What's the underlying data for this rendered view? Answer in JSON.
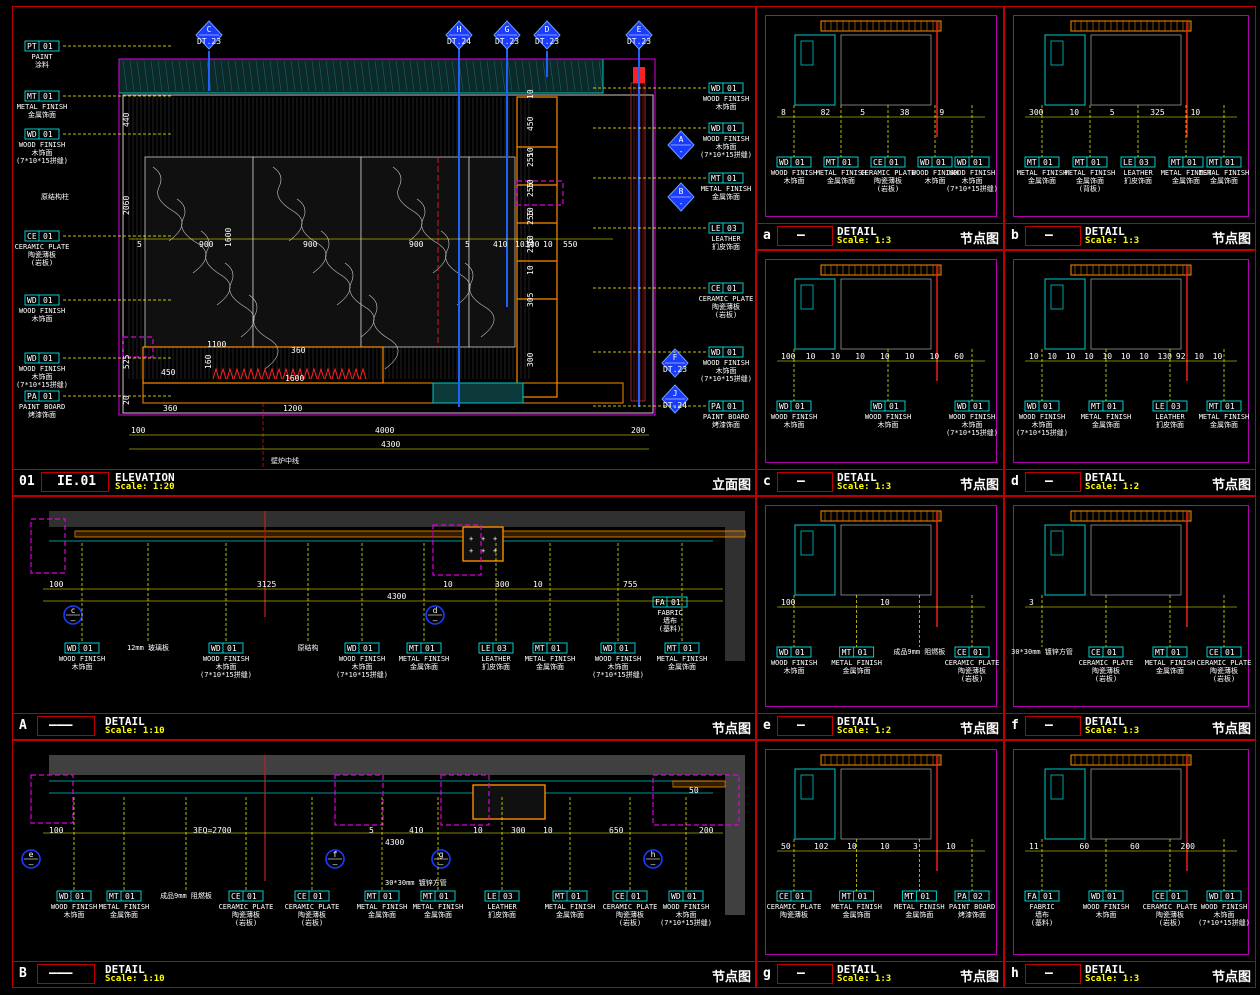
{
  "main": {
    "id": "01",
    "code": "IE.01",
    "name": "ELEVATION",
    "scale": "Scale: 1:20",
    "cn": "立面图",
    "bubbles": [
      {
        "letter": "C",
        "ref": "DT.23"
      },
      {
        "letter": "H",
        "ref": "DT.24"
      },
      {
        "letter": "G",
        "ref": "DT.23"
      },
      {
        "letter": "D",
        "ref": "DT.23"
      },
      {
        "letter": "E",
        "ref": "DT.23"
      }
    ],
    "side_bubbles": [
      {
        "letter": "A",
        "ref": "-"
      },
      {
        "letter": "B",
        "ref": "-"
      },
      {
        "letter": "F",
        "ref": "DT.23"
      },
      {
        "letter": "J",
        "ref": "DT.24"
      }
    ],
    "left_tags": [
      {
        "code": "PT",
        "num": "01",
        "en": "PAINT",
        "cn": "涂料"
      },
      {
        "code": "MT",
        "num": "01",
        "en": "METAL FINISH",
        "cn": "金属饰面"
      },
      {
        "code": "WD",
        "num": "01",
        "en": "WOOD FINISH",
        "cn": "木饰面",
        "note": "(7*10*15拼缝)"
      },
      {
        "code": "CE",
        "num": "01",
        "en": "CERAMIC PLATE",
        "cn": "陶瓷薄板",
        "note": "(岩板)"
      },
      {
        "code": "WD",
        "num": "01",
        "en": "WOOD FINISH",
        "cn": "木饰面"
      },
      {
        "code": "WD",
        "num": "01",
        "en": "WOOD FINISH",
        "cn": "木饰面",
        "note": "(7*10*15拼缝)"
      },
      {
        "code": "PA",
        "num": "01",
        "en": "PAINT BOARD",
        "cn": "烤漆饰面"
      }
    ],
    "right_tags": [
      {
        "code": "WD",
        "num": "01",
        "en": "WOOD FINISH",
        "cn": "木饰面"
      },
      {
        "code": "WD",
        "num": "01",
        "en": "WOOD FINISH",
        "cn": "木饰面",
        "note": "(7*10*15拼缝)"
      },
      {
        "code": "MT",
        "num": "01",
        "en": "METAL FINISH",
        "cn": "金属饰面"
      },
      {
        "code": "LE",
        "num": "03",
        "en": "LEATHER",
        "cn": "扪皮饰面"
      },
      {
        "code": "CE",
        "num": "01",
        "en": "CERAMIC PLATE",
        "cn": "陶瓷薄板",
        "note": "(岩板)"
      },
      {
        "code": "WD",
        "num": "01",
        "en": "WOOD FINISH",
        "cn": "木饰面",
        "note": "(7*10*15拼缝)"
      },
      {
        "code": "PA",
        "num": "01",
        "en": "PAINT BOARD",
        "cn": "烤漆饰面"
      }
    ],
    "dims_h": [
      "5",
      "900",
      "900",
      "900",
      "5",
      "410",
      "10",
      "300",
      "10",
      "550"
    ],
    "dims_bottom": [
      "100",
      "4000",
      "200"
    ],
    "dim_total": "4300",
    "dims_low": [
      "450",
      "1100",
      "360",
      "1600",
      "1200",
      "360"
    ],
    "dims_v": [
      "440",
      "2060",
      "1600",
      "525",
      "20",
      "160"
    ],
    "right_v": [
      "10",
      "450",
      "10",
      "255",
      "10",
      "255",
      "10",
      "255",
      "10",
      "255",
      "10",
      "305",
      "300"
    ],
    "note_left": "原结构柱",
    "note_bottom": "壁炉中线"
  },
  "panelA": {
    "id": "A",
    "name": "DETAIL",
    "scale": "Scale: 1:10",
    "cn": "节点图",
    "dims": [
      "100",
      "3125",
      "4300",
      "10",
      "300",
      "10",
      "755"
    ],
    "bubbles": [
      "c",
      "d"
    ],
    "tags": [
      {
        "code": "WD",
        "num": "01",
        "en": "WOOD FINISH",
        "cn": "木饰面"
      },
      {
        "code": "",
        "num": "",
        "en": "12mm 玻璃板",
        "cn": ""
      },
      {
        "code": "WD",
        "num": "01",
        "en": "WOOD FINISH",
        "cn": "木饰面",
        "note": "(7*10*15拼缝)"
      },
      {
        "code": "",
        "num": "",
        "en": "原结构",
        "cn": ""
      },
      {
        "code": "WD",
        "num": "01",
        "en": "WOOD FINISH",
        "cn": "木饰面",
        "note": "(7*10*15拼缝)"
      },
      {
        "code": "MT",
        "num": "01",
        "en": "METAL FINISH",
        "cn": "金属饰面"
      },
      {
        "code": "LE",
        "num": "03",
        "en": "LEATHER",
        "cn": "扪皮饰面"
      },
      {
        "code": "MT",
        "num": "01",
        "en": "METAL FINISH",
        "cn": "金属饰面"
      },
      {
        "code": "WD",
        "num": "01",
        "en": "WOOD FINISH",
        "cn": "木饰面",
        "note": "(7*10*15拼缝)"
      },
      {
        "code": "MT",
        "num": "01",
        "en": "METAL FINISH",
        "cn": "金属饰面"
      }
    ],
    "fabric": {
      "code": "FA",
      "num": "01",
      "en": "FABRIC",
      "cn": "墙布",
      "note": "(基料)"
    }
  },
  "panelB": {
    "id": "B",
    "name": "DETAIL",
    "scale": "Scale: 1:10",
    "cn": "节点图",
    "dims": [
      "100",
      "3EQ=2700",
      "4300",
      "5",
      "410",
      "10",
      "300",
      "10",
      "650",
      "200",
      "50"
    ],
    "bubbles": [
      "e",
      "f",
      "g",
      "h"
    ],
    "note": "30*30mm 镀锌方管",
    "tags": [
      {
        "code": "WD",
        "num": "01",
        "en": "WOOD FINISH",
        "cn": "木饰面"
      },
      {
        "code": "MT",
        "num": "01",
        "en": "METAL FINISH",
        "cn": "金属饰面"
      },
      {
        "code": "",
        "num": "",
        "en": "成品9mm 阻燃板",
        "cn": ""
      },
      {
        "code": "CE",
        "num": "01",
        "en": "CERAMIC PLATE",
        "cn": "陶瓷薄板",
        "note": "(岩板)"
      },
      {
        "code": "CE",
        "num": "01",
        "en": "CERAMIC PLATE",
        "cn": "陶瓷薄板",
        "note": "(岩板)"
      },
      {
        "code": "MT",
        "num": "01",
        "en": "METAL FINISH",
        "cn": "金属饰面"
      },
      {
        "code": "MT",
        "num": "01",
        "en": "METAL FINISH",
        "cn": "金属饰面"
      },
      {
        "code": "LE",
        "num": "03",
        "en": "LEATHER",
        "cn": "扪皮饰面"
      },
      {
        "code": "MT",
        "num": "01",
        "en": "METAL FINISH",
        "cn": "金属饰面"
      },
      {
        "code": "CE",
        "num": "01",
        "en": "CERAMIC PLATE",
        "cn": "陶瓷薄板",
        "note": "(岩板)"
      },
      {
        "code": "WD",
        "num": "01",
        "en": "WOOD FINISH",
        "cn": "木饰面",
        "note": "(7*10*15拼缝)"
      }
    ]
  },
  "details": [
    {
      "id": "a",
      "name": "DETAIL",
      "scale": "Scale: 1:3",
      "cn": "节点图",
      "dims": [
        "8",
        "82",
        "5",
        "38",
        "9"
      ],
      "tags": [
        {
          "code": "WD",
          "num": "01",
          "en": "WOOD FINISH",
          "cn": "木饰面"
        },
        {
          "code": "MT",
          "num": "01",
          "en": "METAL FINISH",
          "cn": "金属饰面"
        },
        {
          "code": "CE",
          "num": "01",
          "en": "CERAMIC PLATE",
          "cn": "陶瓷薄板",
          "note": "(岩板)"
        },
        {
          "code": "WD",
          "num": "01",
          "en": "WOOD FINISH",
          "cn": "木饰面"
        },
        {
          "code": "WD",
          "num": "01",
          "en": "WOOD FINISH",
          "cn": "木饰面",
          "note": "(7*10*15拼缝)"
        }
      ]
    },
    {
      "id": "b",
      "name": "DETAIL",
      "scale": "Scale: 1:3",
      "cn": "节点图",
      "dims": [
        "300",
        "10",
        "5",
        "325",
        "10"
      ],
      "tags": [
        {
          "code": "MT",
          "num": "01",
          "en": "METAL FINISH",
          "cn": "金属饰面"
        },
        {
          "code": "MT",
          "num": "01",
          "en": "METAL FINISH",
          "cn": "金属饰面",
          "note": "(背板)"
        },
        {
          "code": "LE",
          "num": "03",
          "en": "LEATHER",
          "cn": "扪皮饰面"
        },
        {
          "code": "MT",
          "num": "01",
          "en": "METAL FINISH",
          "cn": "金属饰面"
        },
        {
          "code": "MT",
          "num": "01",
          "en": "METAL FINISH",
          "cn": "金属饰面"
        }
      ]
    },
    {
      "id": "c",
      "name": "DETAIL",
      "scale": "Scale: 1:3",
      "cn": "节点图",
      "dims": [
        "100",
        "10",
        "10",
        "10",
        "10",
        "10",
        "10",
        "60"
      ],
      "tags": [
        {
          "code": "WD",
          "num": "01",
          "en": "WOOD FINISH",
          "cn": "木饰面"
        },
        {
          "code": "WD",
          "num": "01",
          "en": "WOOD FINISH",
          "cn": "木饰面"
        },
        {
          "code": "WD",
          "num": "01",
          "en": "WOOD FINISH",
          "cn": "木饰面",
          "note": "(7*10*15拼缝)"
        }
      ]
    },
    {
      "id": "d",
      "name": "DETAIL",
      "scale": "Scale: 1:2",
      "cn": "节点图",
      "dims": [
        "10",
        "10",
        "10",
        "10",
        "10",
        "10",
        "10",
        "130",
        "92",
        "10",
        "10"
      ],
      "tags": [
        {
          "code": "WD",
          "num": "01",
          "en": "WOOD FINISH",
          "cn": "木饰面",
          "note": "(7*10*15拼缝)"
        },
        {
          "code": "MT",
          "num": "01",
          "en": "METAL FINISH",
          "cn": "金属饰面"
        },
        {
          "code": "LE",
          "num": "03",
          "en": "LEATHER",
          "cn": "扪皮饰面"
        },
        {
          "code": "MT",
          "num": "01",
          "en": "METAL FINISH",
          "cn": "金属饰面"
        }
      ]
    },
    {
      "id": "e",
      "name": "DETAIL",
      "scale": "Scale: 1:2",
      "cn": "节点图",
      "dims": [
        "100",
        "10"
      ],
      "tags": [
        {
          "code": "WD",
          "num": "01",
          "en": "WOOD FINISH",
          "cn": "木饰面"
        },
        {
          "code": "MT",
          "num": "01",
          "en": "METAL FINISH",
          "cn": "金属饰面"
        },
        {
          "code": "",
          "num": "",
          "en": "成品9mm 阻燃板",
          "cn": ""
        },
        {
          "code": "CE",
          "num": "01",
          "en": "CERAMIC PLATE",
          "cn": "陶瓷薄板",
          "note": "(岩板)"
        }
      ]
    },
    {
      "id": "f",
      "name": "DETAIL",
      "scale": "Scale: 1:3",
      "cn": "节点图",
      "dims": [
        "3"
      ],
      "tags": [
        {
          "code": "",
          "num": "",
          "en": "30*30mm 镀锌方管",
          "cn": ""
        },
        {
          "code": "CE",
          "num": "01",
          "en": "CERAMIC PLATE",
          "cn": "陶瓷薄板",
          "note": "(岩板)"
        },
        {
          "code": "MT",
          "num": "01",
          "en": "METAL FINISH",
          "cn": "金属饰面"
        },
        {
          "code": "CE",
          "num": "01",
          "en": "CERAMIC PLATE",
          "cn": "陶瓷薄板",
          "note": "(岩板)"
        }
      ]
    },
    {
      "id": "g",
      "name": "DETAIL",
      "scale": "Scale: 1:3",
      "cn": "节点图",
      "dims": [
        "50",
        "102",
        "10",
        "10",
        "3",
        "10"
      ],
      "tags": [
        {
          "code": "CE",
          "num": "01",
          "en": "CERAMIC PLATE",
          "cn": "陶瓷薄板"
        },
        {
          "code": "MT",
          "num": "01",
          "en": "METAL FINISH",
          "cn": "金属饰面"
        },
        {
          "code": "MT",
          "num": "01",
          "en": "METAL FINISH",
          "cn": "金属饰面"
        },
        {
          "code": "PA",
          "num": "02",
          "en": "PAINT BOARD",
          "cn": "烤漆饰面"
        }
      ]
    },
    {
      "id": "h",
      "name": "DETAIL",
      "scale": "Scale: 1:3",
      "cn": "节点图",
      "dims": [
        "11",
        "60",
        "60",
        "200"
      ],
      "tags": [
        {
          "code": "FA",
          "num": "01",
          "en": "FABRIC",
          "cn": "墙布",
          "note": "(基料)"
        },
        {
          "code": "WD",
          "num": "01",
          "en": "WOOD FINISH",
          "cn": "木饰面"
        },
        {
          "code": "CE",
          "num": "01",
          "en": "CERAMIC PLATE",
          "cn": "陶瓷薄板",
          "note": "(岩板)"
        },
        {
          "code": "WD",
          "num": "01",
          "en": "WOOD FINISH",
          "cn": "木饰面",
          "note": "(7*10*15拼缝)"
        }
      ]
    }
  ]
}
